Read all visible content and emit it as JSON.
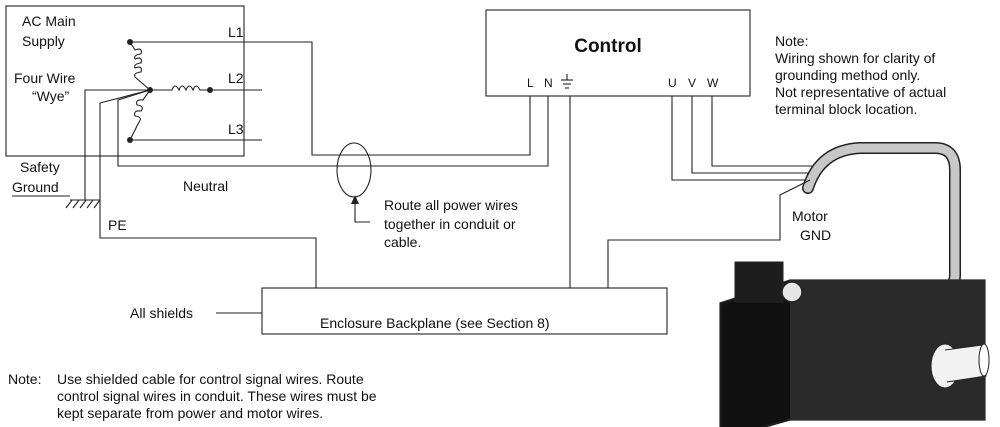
{
  "supply": {
    "line1": "AC Main",
    "line2": "Supply",
    "wye1": "Four Wire",
    "wye2": "“Wye”",
    "phases": [
      "L1",
      "L2",
      "L3"
    ]
  },
  "control": {
    "title": "Control",
    "left_terminals": [
      "L",
      "N"
    ],
    "motor_terminals": [
      "U",
      "V",
      "W"
    ]
  },
  "note_top": [
    "Note:",
    "Wiring shown for clarity of",
    "grounding method only.",
    "Not representative of actual",
    "terminal block location."
  ],
  "safety_ground": [
    "Safety",
    "Ground"
  ],
  "neutral_label": "Neutral",
  "pe_label": "PE",
  "route_note": [
    "Route all power wires",
    "together in conduit or",
    "cable."
  ],
  "motor_gnd": [
    "Motor",
    "GND"
  ],
  "shields_label": "All shields",
  "backplane_label": "Enclosure Backplane (see Section 8)",
  "note_bottom": {
    "label": "Note:",
    "lines": [
      "Use shielded cable for control signal wires.  Route",
      "control signal wires in conduit.  These wires must be",
      "kept separate from power and motor wires."
    ]
  },
  "colors": {
    "line": "#222222",
    "motor_dark": "#1a1a1a",
    "cable_gray": "#c8c8c8"
  }
}
